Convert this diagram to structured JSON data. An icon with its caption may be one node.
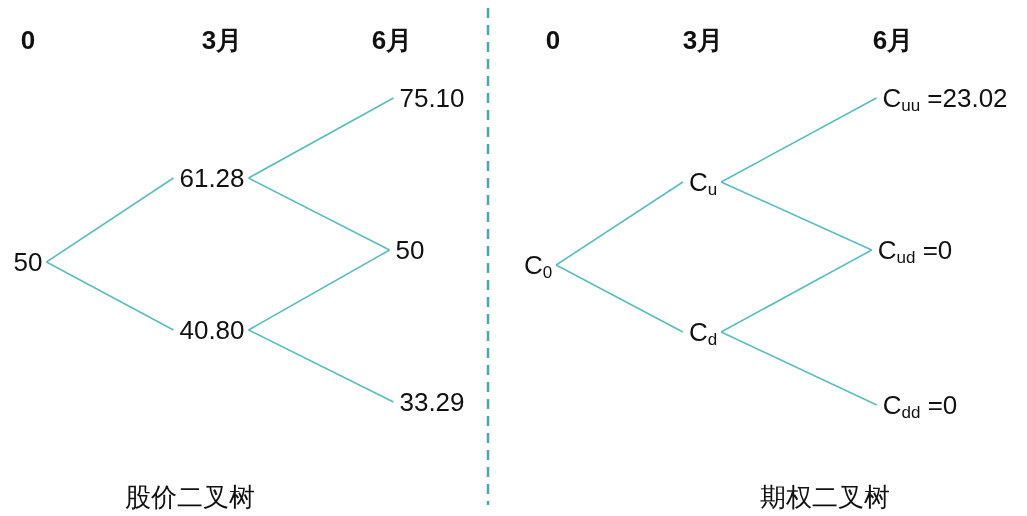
{
  "diagram": {
    "nodes": [
      {
        "text": [
          "50"
        ]
      },
      {
        "text": [
          "61.28"
        ]
      },
      {
        "text": [
          "40.80"
        ]
      },
      {
        "text": [
          "75.10"
        ]
      },
      {
        "text": [
          "50"
        ]
      },
      {
        "text": [
          "33.29"
        ]
      },
      {
        "text": [
          "C$_{0}$"
        ]
      },
      {
        "text": [
          "C$_{u}$"
        ]
      },
      {
        "text": [
          "C$_{d}$"
        ]
      },
      {
        "text": [
          "C$_{uu}$ =23.02"
        ]
      },
      {
        "text": [
          "C$_{ud}$ =0"
        ]
      },
      {
        "text": [
          "C$_{dd}$ =0"
        ]
      }
    ],
    "edges": [
      {
        "from": 0,
        "to": 1,
        "arrow": "none"
      },
      {
        "from": 0,
        "to": 2,
        "arrow": "none"
      },
      {
        "from": 1,
        "to": 3,
        "arrow": "none"
      },
      {
        "from": 1,
        "to": 4,
        "arrow": "none"
      },
      {
        "from": 2,
        "to": 4,
        "arrow": "none"
      },
      {
        "from": 2,
        "to": 5,
        "arrow": "none"
      },
      {
        "from": 6,
        "to": 7,
        "arrow": "none"
      },
      {
        "from": 6,
        "to": 8,
        "arrow": "none"
      },
      {
        "from": 7,
        "to": 9,
        "arrow": "none"
      },
      {
        "from": 7,
        "to": 10,
        "arrow": "none"
      },
      {
        "from": 8,
        "to": 10,
        "arrow": "none"
      },
      {
        "from": 8,
        "to": 11,
        "arrow": "none"
      }
    ],
    "labels": [
      "0",
      "3月",
      "6月",
      "0",
      "3月",
      "6月",
      "股价二叉树",
      "期权二叉树"
    ]
  }
}
